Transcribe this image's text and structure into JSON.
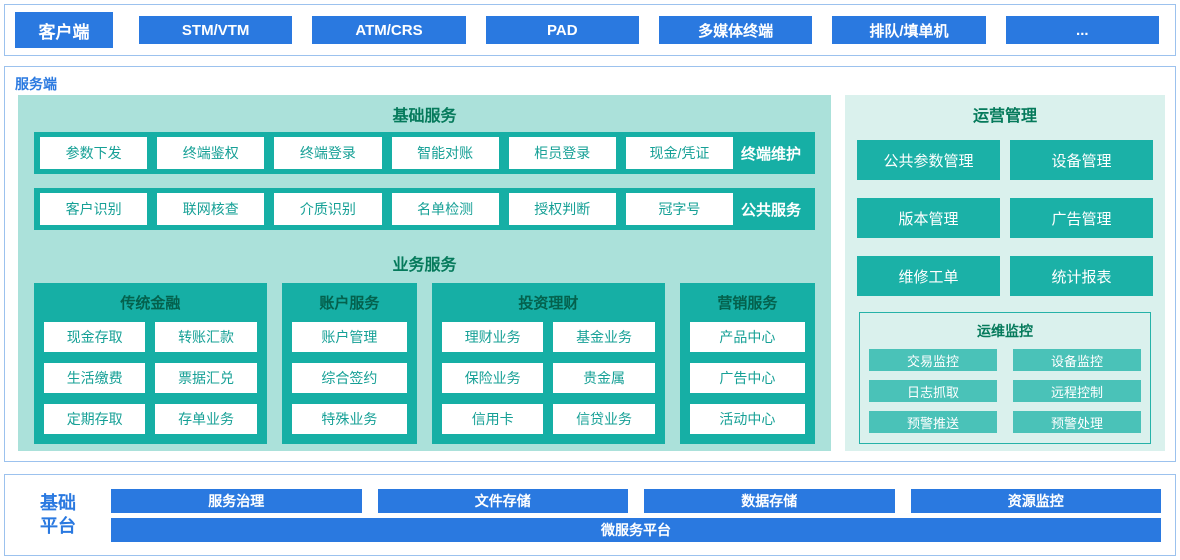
{
  "colors": {
    "blue": "#2a79e0",
    "teal": "#16afa5",
    "teal_light_panel": "#abe1da",
    "teal_lighter_panel": "#daf1ed",
    "teal_button": "#1bb1a7",
    "teal_small_button": "#4ac2b8",
    "header_green": "#057a5b",
    "border_blue": "#9cc2ee"
  },
  "client": {
    "label": "客户端",
    "items": [
      "STM/VTM",
      "ATM/CRS",
      "PAD",
      "多媒体终端",
      "排队/填单机",
      "..."
    ]
  },
  "server": {
    "label": "服务端",
    "basic_services": {
      "title": "基础服务",
      "rows": [
        {
          "items": [
            "参数下发",
            "终端鉴权",
            "终端登录",
            "智能对账",
            "柜员登录",
            "现金/凭证"
          ],
          "tag": "终端维护"
        },
        {
          "items": [
            "客户识别",
            "联网核查",
            "介质识别",
            "名单检测",
            "授权判断",
            "冠字号"
          ],
          "tag": "公共服务"
        }
      ]
    },
    "business_services": {
      "title": "业务服务",
      "groups": [
        {
          "title": "传统金融",
          "cols": 2,
          "items": [
            "现金存取",
            "转账汇款",
            "生活缴费",
            "票据汇兑",
            "定期存取",
            "存单业务"
          ]
        },
        {
          "title": "账户服务",
          "cols": 1,
          "items": [
            "账户管理",
            "综合签约",
            "特殊业务"
          ]
        },
        {
          "title": "投资理财",
          "cols": 2,
          "items": [
            "理财业务",
            "基金业务",
            "保险业务",
            "贵金属",
            "信用卡",
            "信贷业务"
          ]
        },
        {
          "title": "营销服务",
          "cols": 1,
          "items": [
            "产品中心",
            "广告中心",
            "活动中心"
          ]
        }
      ]
    },
    "operations": {
      "title": "运营管理",
      "items": [
        "公共参数管理",
        "设备管理",
        "版本管理",
        "广告管理",
        "维修工单",
        "统计报表"
      ],
      "monitoring": {
        "title": "运维监控",
        "items": [
          "交易监控",
          "设备监控",
          "日志抓取",
          "远程控制",
          "预警推送",
          "预警处理"
        ]
      }
    }
  },
  "platform": {
    "label": "基础平台",
    "items": [
      "服务治理",
      "文件存储",
      "数据存储",
      "资源监控"
    ],
    "bottom": "微服务平台"
  }
}
